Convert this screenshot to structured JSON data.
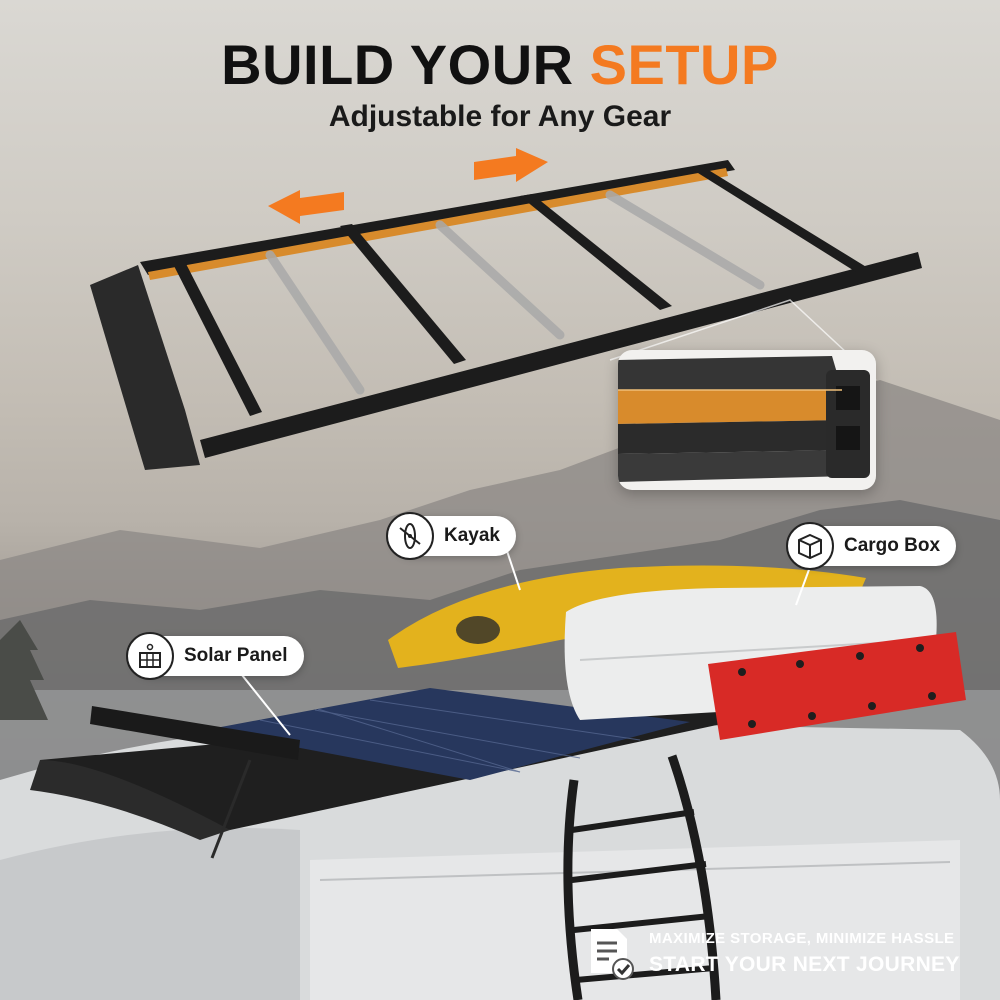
{
  "headline": {
    "part1": "BUILD YOUR ",
    "accent": "SETUP",
    "subtitle": "Adjustable for Any Gear"
  },
  "callouts": [
    {
      "label": "Kayak",
      "icon": "kayak-icon"
    },
    {
      "label": "Cargo Box",
      "icon": "cargo-box-icon"
    },
    {
      "label": "Solar Panel",
      "icon": "solar-panel-icon"
    }
  ],
  "footer": {
    "tagline": "MAXIMIZE STORAGE, MINIMIZE HASSLE",
    "cta": "START YOUR NEXT JOURNEY",
    "icon": "checklist-document-icon"
  },
  "colors": {
    "accent": "#f47a20",
    "rack": "#1c1c1c",
    "traction_board": "#d82a26",
    "kayak": "#e3b21d"
  }
}
